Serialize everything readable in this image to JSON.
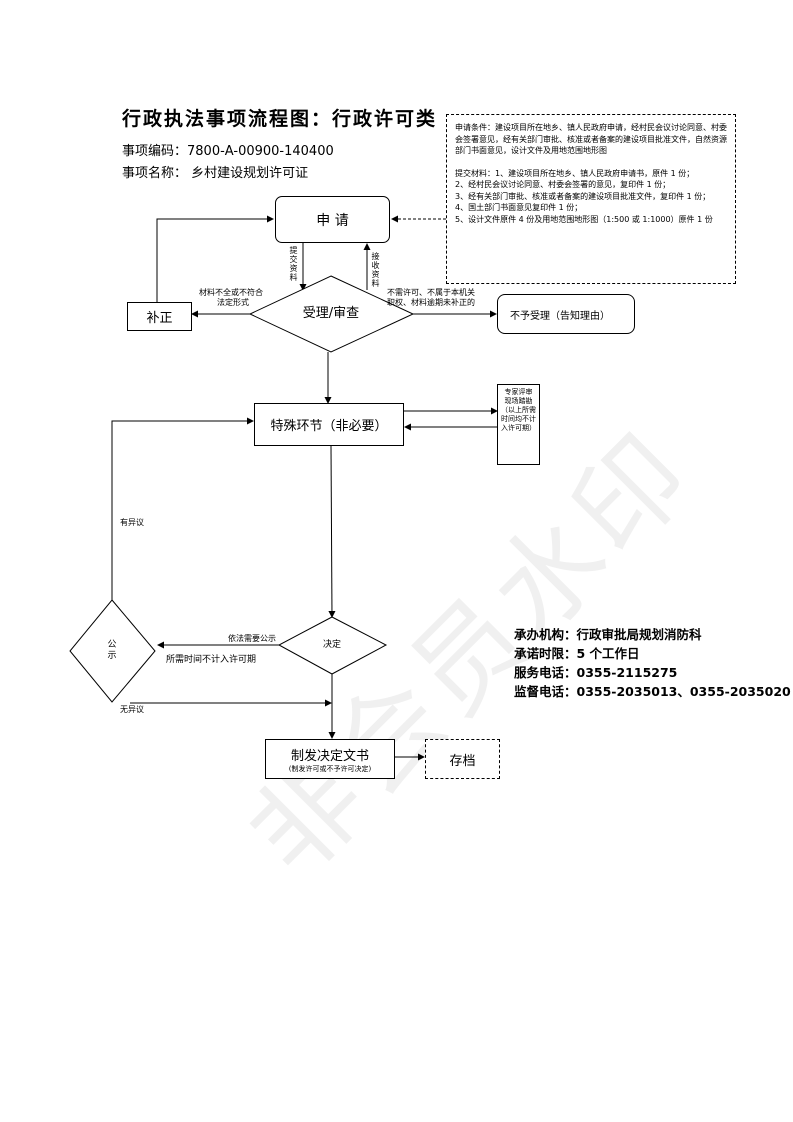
{
  "title": "行政执法事项流程图：行政许可类",
  "item_code": "事项编码：7800-A-00900-140400",
  "item_name": "事项名称：  乡村建设规划许可证",
  "notes": {
    "conditions": "申请条件：建设项目所在地乡、镇人民政府申请，经村民会议讨论同意、村委会签署意见，经有关部门审批、核准或者备案的建设项目批准文件，自然资源部门书面意见，设计文件及用地范围地形图",
    "materials_header": "提交材料：1、建设项目所在地乡、镇人民政府申请书，原件 1 份；",
    "materials_2": "2、经村民会议讨论同意、村委会签署的意见，复印件 1 份；",
    "materials_3": "3、经有关部门审批、核准或者备案的建设项目批准文件，复印件 1 份；",
    "materials_4": "4、国土部门书面意见复印件 1 份；",
    "materials_5": "5、设计文件原件 4 份及用地范围地形图（1:500 或 1:1000）原件 1 份"
  },
  "nodes": {
    "apply": "申 请",
    "review": "受理/审查",
    "supplement": "补正",
    "reject": "不予受理（告知理由）",
    "special": "特殊环节（非必要）",
    "expert": "专家评审\n现场踏勘\n（以上所需时间均不计入许可期）",
    "decision": "决定",
    "publicity": "公示",
    "issue_doc": "制发决定文书",
    "issue_doc_sub": "(制发许可或不予许可决定)",
    "archive": "存档"
  },
  "edge_labels": {
    "submit_materials": "提交资料",
    "receive_materials": "接收资料",
    "incomplete_line1": "材料不全或不符合",
    "incomplete_line2": "法定形式",
    "not_required_line1": "不需许可、不属于本机关",
    "not_required_line2": "职权、材料逾期未补正的",
    "objection": "有异议",
    "no_objection": "无异议",
    "legal_publicity": "依法需要公示",
    "time_excluded": "所需时间不计入许可期"
  },
  "contact": {
    "agency": "承办机构：行政审批局规划消防科",
    "time_limit": "承诺时限：5 个工作日",
    "service_phone": "服务电话：0355-2115275",
    "supervise_phone": "监督电话：0355-2035013、0355-2035020"
  },
  "watermark": "非会员水印"
}
